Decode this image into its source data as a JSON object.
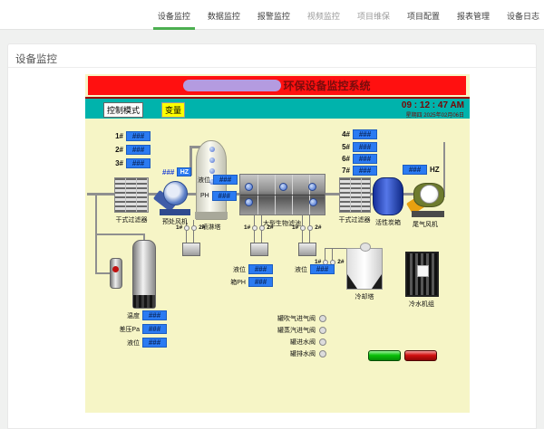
{
  "colors": {
    "nav_active_green": "#4caf50",
    "banner_red": "#ff1010",
    "bar_teal": "#00b3ac",
    "canvas_yellow": "#f6f5c6",
    "value_box_blue": "#2b7bf2",
    "start_green": "#0ac00a",
    "stop_red": "#d01010"
  },
  "nav": {
    "tabs": [
      {
        "label": "设备监控",
        "active": true
      },
      {
        "label": "数据监控"
      },
      {
        "label": "报警监控"
      },
      {
        "label": "视频监控"
      },
      {
        "label": "项目维保"
      },
      {
        "label": "项目配置"
      },
      {
        "label": "报表管理"
      },
      {
        "label": "设备日志"
      }
    ]
  },
  "page": {
    "title": "设备监控"
  },
  "scada": {
    "banner_title": "环保设备监控系统",
    "toolbar": {
      "control_mode": "控制模式",
      "variable": "变量",
      "time": "09 : 12 : 47 AM",
      "date": "星期四 2025年02月06日"
    },
    "value": "###",
    "hz": "HZ",
    "channels_left": [
      "1#",
      "2#",
      "3#"
    ],
    "channels_right": [
      "4#",
      "5#",
      "6#",
      "7#"
    ],
    "labels": {
      "dry_filter_left": "干式过滤器",
      "pre_fan": "预处风机",
      "spray_tower": "喷淋塔",
      "bio_filter": "大型生物滤池",
      "dry_filter_right": "干式过滤器",
      "carbon_box": "活性炭箱",
      "exhaust_fan": "尾气风机",
      "cooling_tower": "冷却塔",
      "chiller": "冷水机组",
      "level": "液位",
      "ph": "PH",
      "temp": "温度",
      "diff_pressure": "差压Pa",
      "box_ph": "箱PH",
      "pair_left": "1#",
      "pair_right": "2#"
    },
    "valves": [
      "罐吹气进气阀",
      "罐蒸汽进气阀",
      "罐进水阀",
      "罐排水阀"
    ]
  }
}
